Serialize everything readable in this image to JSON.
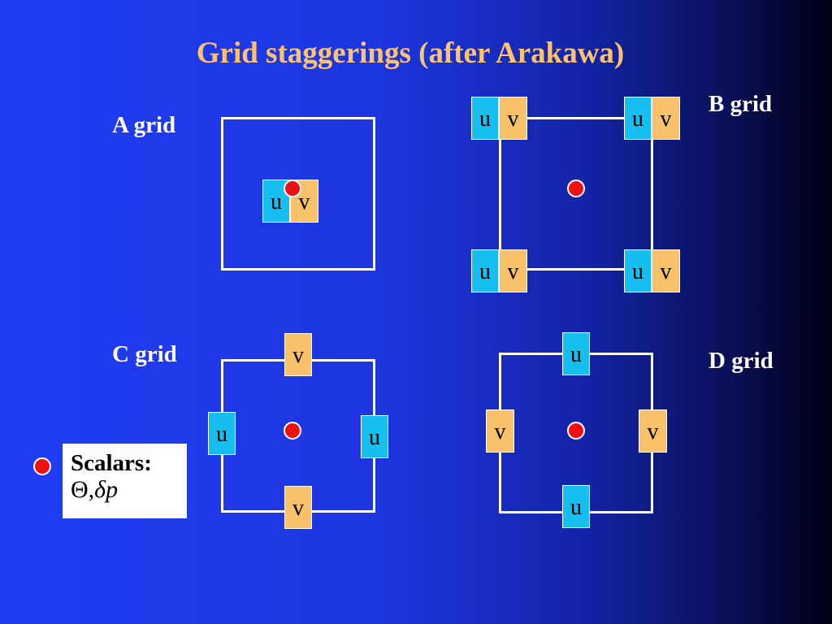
{
  "title": "Grid staggerings (after Arakawa)",
  "labels": {
    "a": "A grid",
    "b": "B grid",
    "c": "C grid",
    "d": "D grid"
  },
  "vars": {
    "u": "u",
    "v": "v"
  },
  "legend": {
    "title": "Scalars:",
    "theta": "Θ",
    "comma": ",",
    "delta": "δ",
    "p": "p"
  },
  "colors": {
    "background": "#1f3df2",
    "title": "#ffc36b",
    "u_cell": "#16bfef",
    "v_cell": "#f9c26a",
    "scalar_dot": "#ee1111",
    "frame": "#ffffff"
  }
}
